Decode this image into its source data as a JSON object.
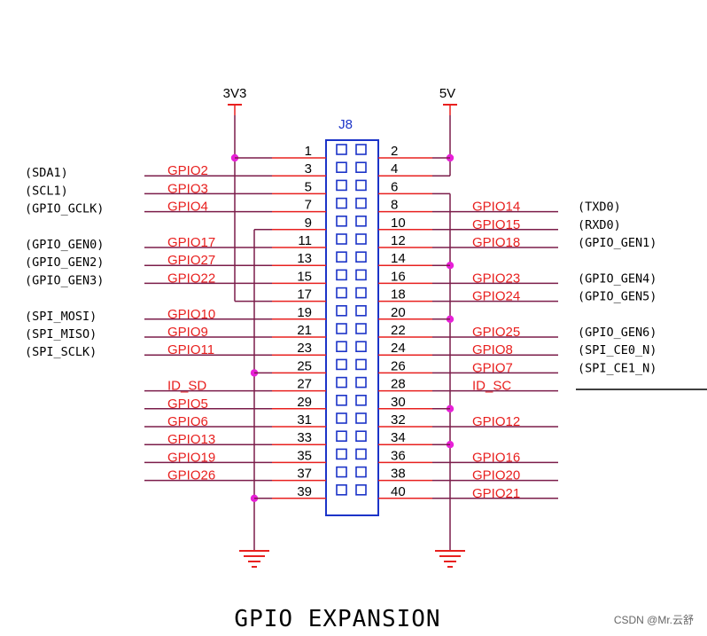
{
  "connector": {
    "label": "J8"
  },
  "rails": {
    "left": "3V3",
    "right": "5V"
  },
  "title": "GPIO EXPANSION",
  "watermark": "CSDN @Mr.云舒",
  "colors": {
    "wire": "#7b1d4a",
    "pinstub": "#e8201f",
    "label": "#e8201f",
    "dot": "#e820d8",
    "box": "#1c34c8"
  },
  "rows": [
    {
      "lnum": "1",
      "lnet": "",
      "lfunc": "",
      "rnum": "2",
      "rnet": "",
      "rfunc": ""
    },
    {
      "lnum": "3",
      "lnet": "GPIO2",
      "lfunc": "(SDA1)",
      "rnum": "4",
      "rnet": "",
      "rfunc": ""
    },
    {
      "lnum": "5",
      "lnet": "GPIO3",
      "lfunc": "(SCL1)",
      "rnum": "6",
      "rnet": "",
      "rfunc": ""
    },
    {
      "lnum": "7",
      "lnet": "GPIO4",
      "lfunc": "(GPIO_GCLK)",
      "rnum": "8",
      "rnet": "GPIO14",
      "rfunc": "(TXD0)"
    },
    {
      "lnum": "9",
      "lnet": "",
      "lfunc": "",
      "rnum": "10",
      "rnet": "GPIO15",
      "rfunc": "(RXD0)"
    },
    {
      "lnum": "11",
      "lnet": "GPIO17",
      "lfunc": "(GPIO_GEN0)",
      "rnum": "12",
      "rnet": "GPIO18",
      "rfunc": "(GPIO_GEN1)"
    },
    {
      "lnum": "13",
      "lnet": "GPIO27",
      "lfunc": "(GPIO_GEN2)",
      "rnum": "14",
      "rnet": "",
      "rfunc": ""
    },
    {
      "lnum": "15",
      "lnet": "GPIO22",
      "lfunc": "(GPIO_GEN3)",
      "rnum": "16",
      "rnet": "GPIO23",
      "rfunc": "(GPIO_GEN4)"
    },
    {
      "lnum": "17",
      "lnet": "",
      "lfunc": "",
      "rnum": "18",
      "rnet": "GPIO24",
      "rfunc": "(GPIO_GEN5)"
    },
    {
      "lnum": "19",
      "lnet": "GPIO10",
      "lfunc": "(SPI_MOSI)",
      "rnum": "20",
      "rnet": "",
      "rfunc": ""
    },
    {
      "lnum": "21",
      "lnet": "GPIO9",
      "lfunc": "(SPI_MISO)",
      "rnum": "22",
      "rnet": "GPIO25",
      "rfunc": "(GPIO_GEN6)"
    },
    {
      "lnum": "23",
      "lnet": "GPIO11",
      "lfunc": "(SPI_SCLK)",
      "rnum": "24",
      "rnet": "GPIO8",
      "rfunc": "(SPI_CE0_N)"
    },
    {
      "lnum": "25",
      "lnet": "",
      "lfunc": "",
      "rnum": "26",
      "rnet": "GPIO7",
      "rfunc": "(SPI_CE1_N)"
    },
    {
      "lnum": "27",
      "lnet": "ID_SD",
      "lfunc": "",
      "rnum": "28",
      "rnet": "ID_SC",
      "rfunc": ""
    },
    {
      "lnum": "29",
      "lnet": "GPIO5",
      "lfunc": "",
      "rnum": "30",
      "rnet": "",
      "rfunc": ""
    },
    {
      "lnum": "31",
      "lnet": "GPIO6",
      "lfunc": "",
      "rnum": "32",
      "rnet": "GPIO12",
      "rfunc": ""
    },
    {
      "lnum": "33",
      "lnet": "GPIO13",
      "lfunc": "",
      "rnum": "34",
      "rnet": "",
      "rfunc": ""
    },
    {
      "lnum": "35",
      "lnet": "GPIO19",
      "lfunc": "",
      "rnum": "36",
      "rnet": "GPIO16",
      "rfunc": ""
    },
    {
      "lnum": "37",
      "lnet": "GPIO26",
      "lfunc": "",
      "rnum": "38",
      "rnet": "GPIO20",
      "rfunc": ""
    },
    {
      "lnum": "39",
      "lnet": "",
      "lfunc": "",
      "rnum": "40",
      "rnet": "GPIO21",
      "rfunc": ""
    }
  ]
}
